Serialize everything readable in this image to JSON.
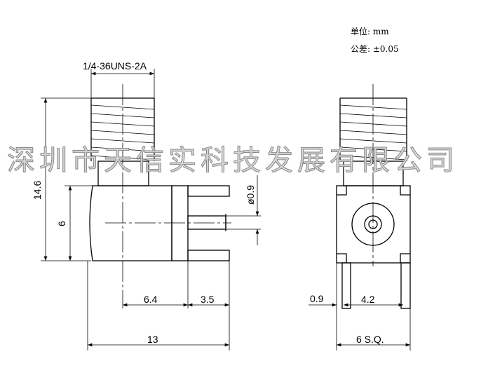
{
  "notes": {
    "unit_label": "单位: mm",
    "tolerance_label": "公差: ±0.05"
  },
  "watermark": "深圳市天信实科技发展有限公司",
  "side_view": {
    "thread_spec": "1/4-36UNS-2A",
    "height": "14.6",
    "body_height": "6",
    "pin_diameter": "ø0.9",
    "offset_a": "6.4",
    "offset_b": "3.5",
    "length": "13"
  },
  "front_view": {
    "pin_offset": "0.9",
    "pin_spacing": "4.2",
    "width": "6 S.Q."
  }
}
